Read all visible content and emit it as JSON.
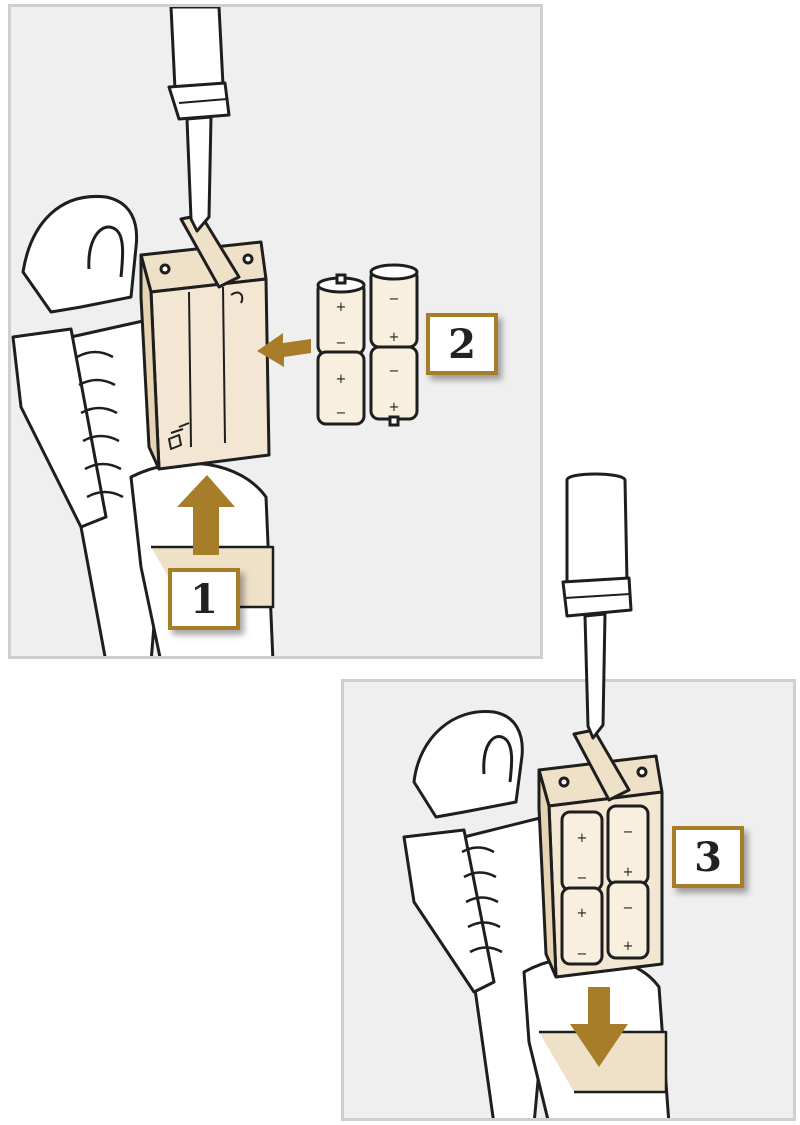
{
  "steps": [
    {
      "number": "1",
      "action": "remove-battery-holder"
    },
    {
      "number": "2",
      "action": "insert-batteries"
    },
    {
      "number": "3",
      "action": "reinstall-battery-holder"
    }
  ],
  "battery_labels": {
    "positive": "+",
    "negative": "−"
  },
  "colors": {
    "panel_bg": "#efefef",
    "panel_border": "#cfcfcf",
    "accent_gold": "#a77d2a",
    "holder_fill": "#efe0c8",
    "battery_fill": "#f8efdf",
    "outline": "#1e1e1e"
  },
  "icons": [
    "screwdriver-icon",
    "arrow-icon",
    "battery-icon",
    "battery-holder-icon"
  ]
}
